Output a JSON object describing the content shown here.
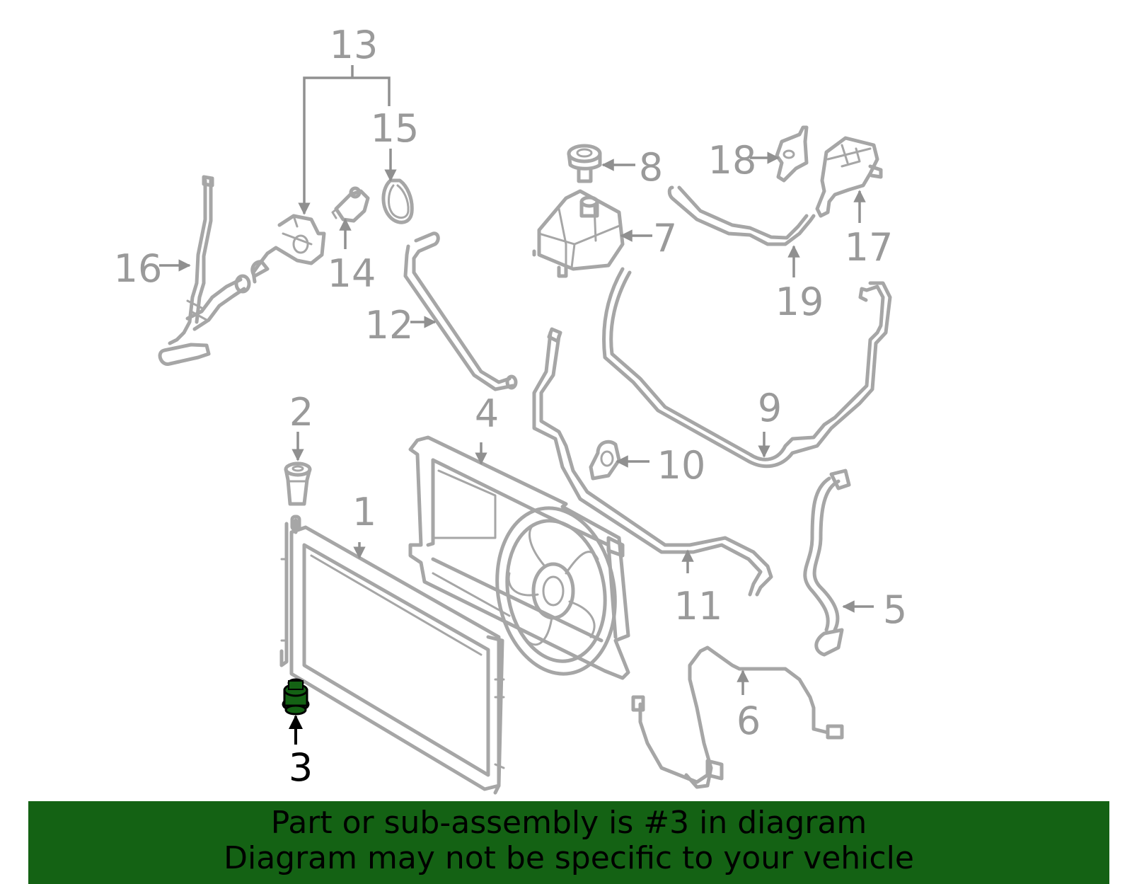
{
  "diagram": {
    "callouts": [
      "1",
      "2",
      "3",
      "4",
      "5",
      "6",
      "7",
      "8",
      "9",
      "10",
      "11",
      "12",
      "13",
      "14",
      "15",
      "16",
      "17",
      "18",
      "19"
    ],
    "highlighted_part": "3",
    "highlight_color": "#146214",
    "line_color": "#a6a6a6",
    "label_color": "#9a9a9a"
  },
  "banner": {
    "line1": "Part or sub-assembly is #3 in diagram",
    "line2": "Diagram may not be specific to your vehicle",
    "background": "#146214"
  }
}
